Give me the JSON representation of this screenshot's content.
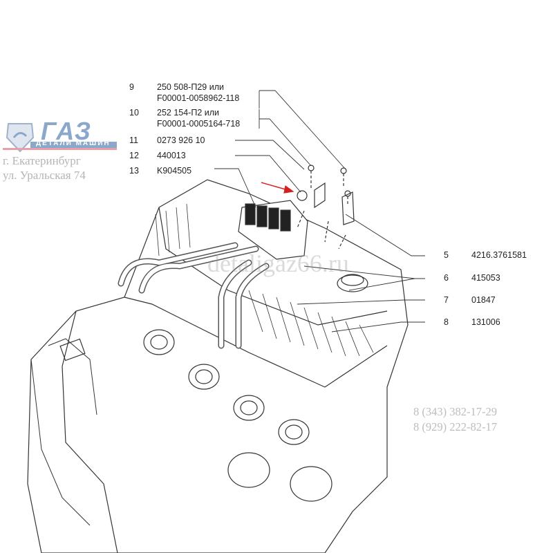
{
  "callouts_left": [
    {
      "num": "9",
      "part": "250 508-П29 или",
      "part2": "F00001-0058962-118"
    },
    {
      "num": "10",
      "part": "252 154-П2 или",
      "part2": "F00001-0005164-718"
    },
    {
      "num": "11",
      "part": "0273 926 10"
    },
    {
      "num": "12",
      "part": "440013"
    },
    {
      "num": "13",
      "part": "K904505"
    }
  ],
  "callouts_right": [
    {
      "num": "5",
      "part": "4216.3761581"
    },
    {
      "num": "6",
      "part": "415053"
    },
    {
      "num": "7",
      "part": "01847"
    },
    {
      "num": "8",
      "part": "131006"
    }
  ],
  "watermark": {
    "logo": "ГАЗ",
    "logo_sub": "ДЕТАЛИ МАШИН",
    "city": "г. Екатеринбург",
    "street": "ул. Уральская 74",
    "phone1": "8 (343) 382-17-29",
    "phone2": "8 (929) 222-82-17",
    "site": "detaligaz66.ru"
  },
  "colors": {
    "arrow": "#d42020",
    "logo": "#8aa8cc",
    "logo_bar": "#e8a0a8"
  }
}
